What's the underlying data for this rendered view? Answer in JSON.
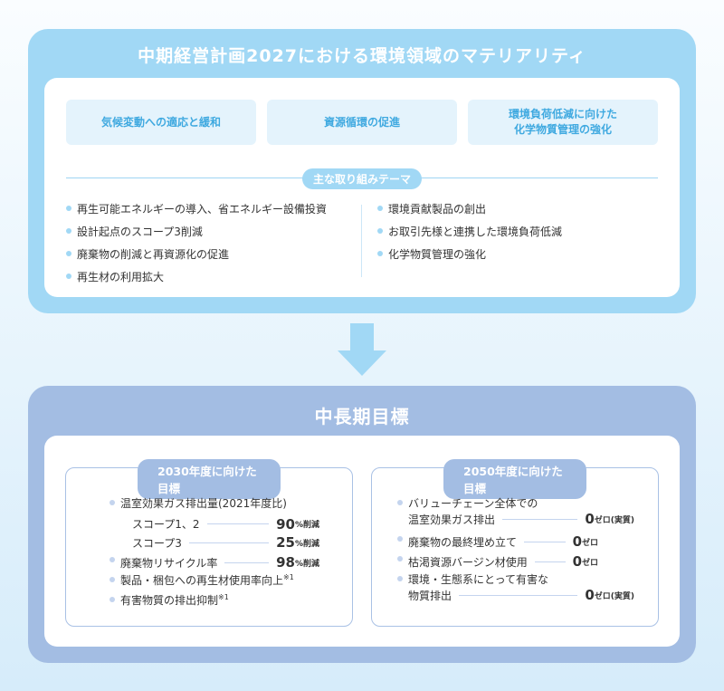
{
  "top": {
    "title": "中期経営計画2027における環境領域のマテリアリティ",
    "materiality": [
      "気候変動への適応と緩和",
      "資源循環の促進",
      "環境負荷低減に向けた\n化学物質管理の強化"
    ],
    "theme_label": "主な取り組みテーマ",
    "left_themes": [
      "再生可能エネルギーの導入、省エネルギー設備投資",
      "設計起点のスコープ3削減",
      "廃棄物の削減と再資源化の促進",
      "再生材の利用拡大"
    ],
    "right_themes": [
      "環境貢献製品の創出",
      "お取引先様と連携した環境負荷低減",
      "化学物質管理の強化"
    ]
  },
  "bottom": {
    "title": "中長期目標",
    "g2030": {
      "label": "2030年度に向けた目標",
      "ghg": "温室効果ガス排出量(2021年度比)",
      "s12": "スコープ1、2",
      "s12_val": "90",
      "s12_unit": "%削減",
      "s3": "スコープ3",
      "s3_val": "25",
      "s3_unit": "%削減",
      "recycle": "廃棄物リサイクル率",
      "recycle_val": "98",
      "recycle_unit": "%削減",
      "recycled_material": "製品・梱包への再生材使用率向上",
      "note1": "※1",
      "hazard": "有害物質の排出抑制",
      "note2": "※1"
    },
    "g2050": {
      "label": "2050年度に向けた目標",
      "i1a": "バリューチェーン全体での",
      "i1b": "温室効果ガス排出",
      "i1_val": "0",
      "i1_unit": "ゼロ(実質)",
      "i2": "廃棄物の最終埋め立て",
      "i2_val": "0",
      "i2_unit": "ゼロ",
      "i3": "枯渇資源バージン材使用",
      "i3_val": "0",
      "i3_unit": "ゼロ",
      "i4a": "環境・生態系にとって有害な",
      "i4b": "物質排出",
      "i4_val": "0",
      "i4_unit": "ゼロ(実質)"
    }
  }
}
